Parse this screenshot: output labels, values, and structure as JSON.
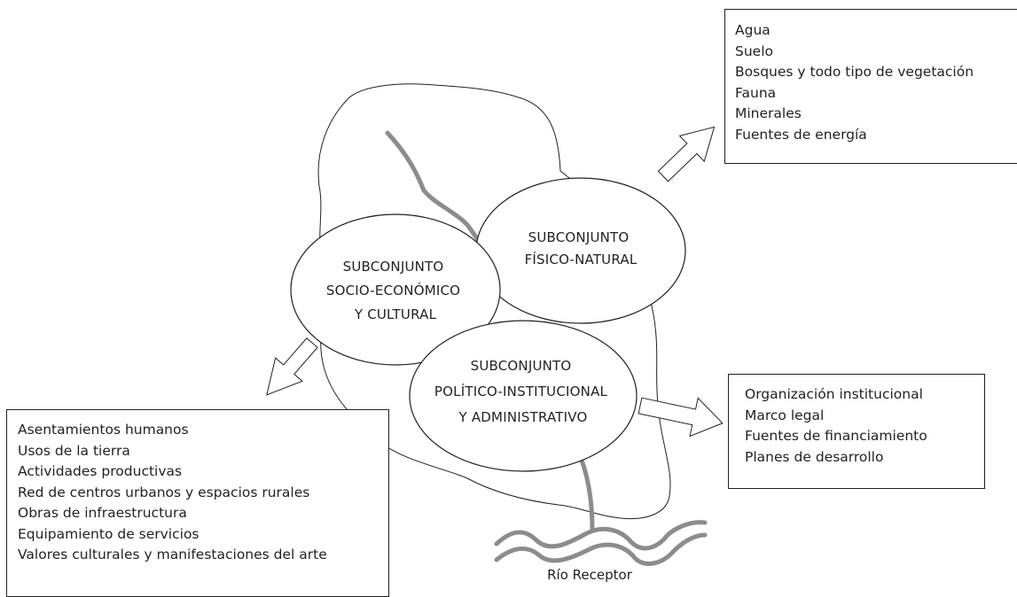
{
  "subsets": {
    "fisico": {
      "lines": [
        "SUBCONJUNTO",
        "FÍSICO-NATURAL"
      ]
    },
    "socio": {
      "lines": [
        "SUBCONJUNTO",
        "SOCIO-ECONÓMICO",
        "Y CULTURAL"
      ]
    },
    "politico": {
      "lines": [
        "SUBCONJUNTO",
        "POLÍTICO-INSTITUCIONAL",
        "Y ADMINISTRATIVO"
      ]
    }
  },
  "natural_components": [
    "Agua",
    "Suelo",
    "Bosques y todo tipo de vegetación",
    "Fauna",
    "Minerales",
    "Fuentes de energía"
  ],
  "political_components": [
    "Organización institucional",
    "Marco legal",
    "Fuentes de financiamiento",
    "Planes de desarrollo"
  ],
  "socio_components": [
    "Asentamientos humanos",
    "Usos de la tierra",
    "Actividades productivas",
    "Red de centros urbanos y espacios rurales",
    "Obras de infraestructura",
    "Equipamiento de servicios",
    "Valores culturales y manifestaciones del arte"
  ],
  "river_label": "Río Receptor",
  "colors": {
    "stroke": "#231f20",
    "river": "#8c8c8c",
    "fill": "#ffffff"
  }
}
